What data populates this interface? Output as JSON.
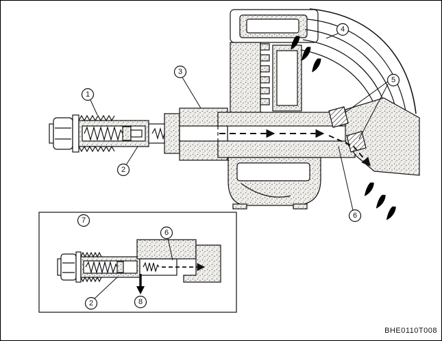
{
  "figure": {
    "code": "BHE0110T008",
    "callouts": {
      "n1": "1",
      "n2": "2",
      "n3": "3",
      "n4": "4",
      "n5": "5",
      "n6": "6",
      "n7": "7",
      "n6_inset": "6",
      "n2_inset": "2",
      "n8": "8"
    }
  }
}
